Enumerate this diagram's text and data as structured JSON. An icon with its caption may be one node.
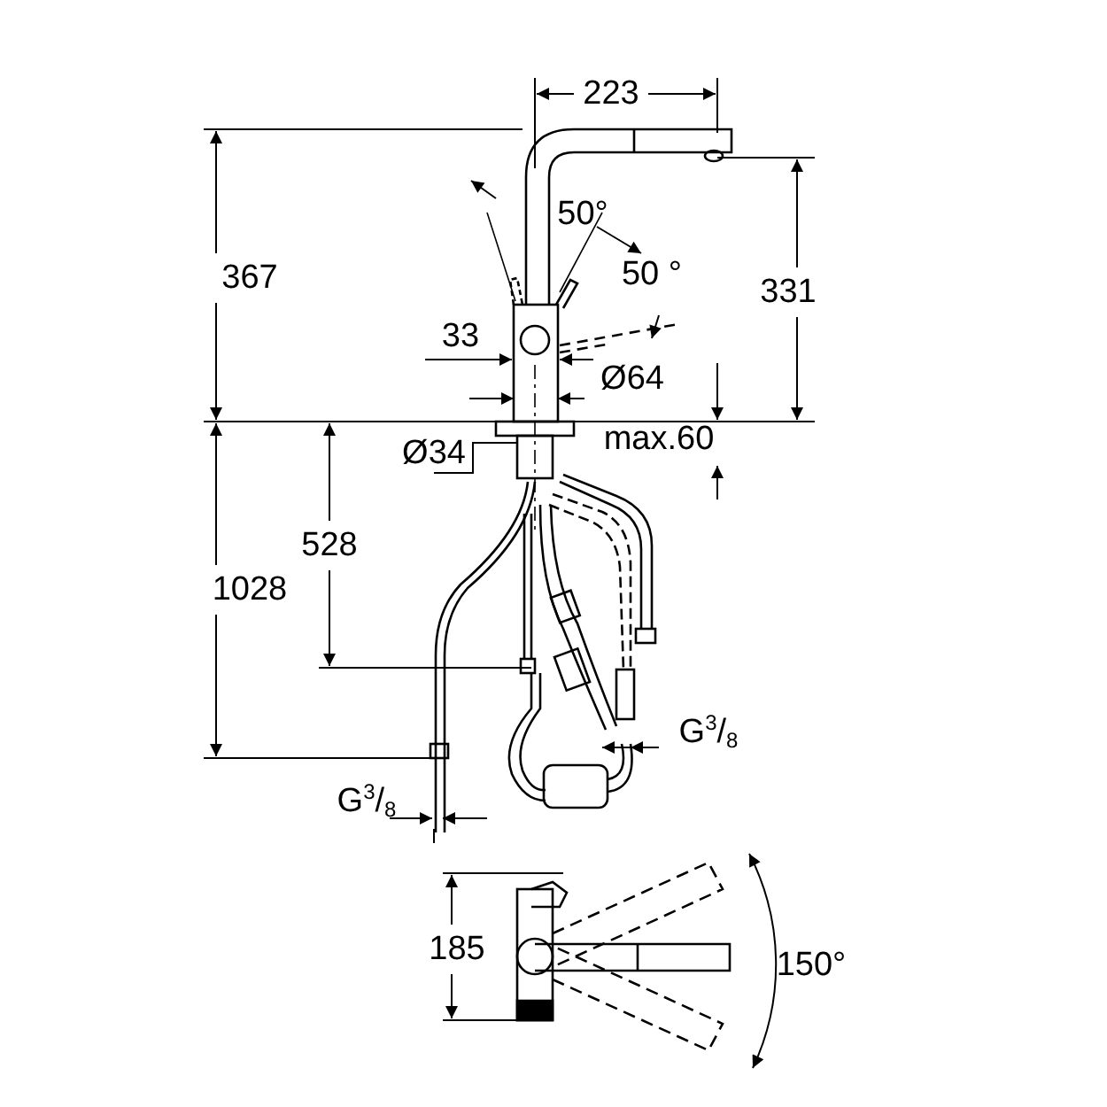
{
  "diagram": {
    "nodes": [
      {
        "text": [
          "Ø34"
        ]
      },
      {
        "text": [],
        "shape": "box"
      }
    ],
    "edges": [
      {
        "from": 0,
        "to": 1,
        "arrow": "none"
      }
    ],
    "labels": [
      "223",
      "50°",
      "367",
      "50 °",
      "331",
      "33",
      "Ø64",
      "max.60",
      "528",
      "1028",
      "G$^{3}$/$_{8}$",
      "G$^{3}$/$_{8}$",
      "185",
      "150°"
    ]
  }
}
